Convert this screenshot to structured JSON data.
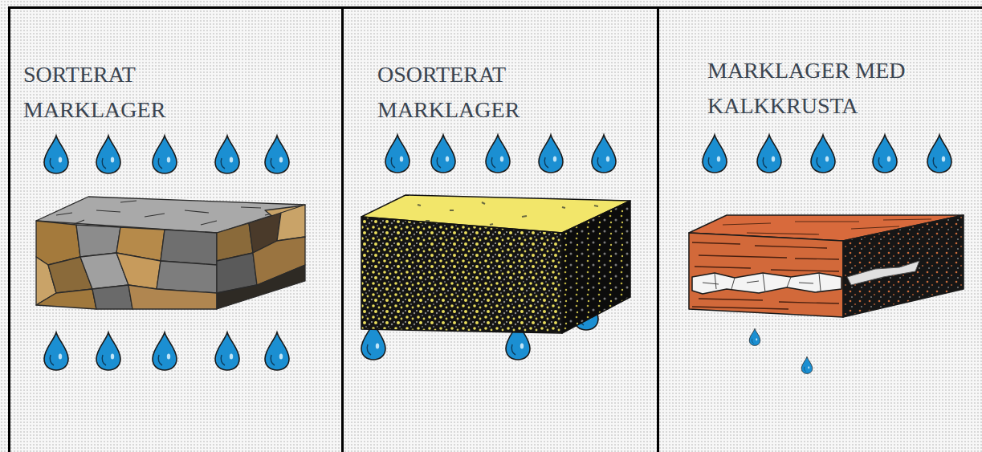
{
  "diagram": {
    "nodes": [
      {
        "text": [
          "SORTERAT MARKLAGER"
        ]
      },
      {
        "text": [
          "OSORTERAT MARKLAGER"
        ]
      },
      {
        "text": [
          "MARKLAGER MED KALKKRUSTA"
        ]
      }
    ]
  }
}
